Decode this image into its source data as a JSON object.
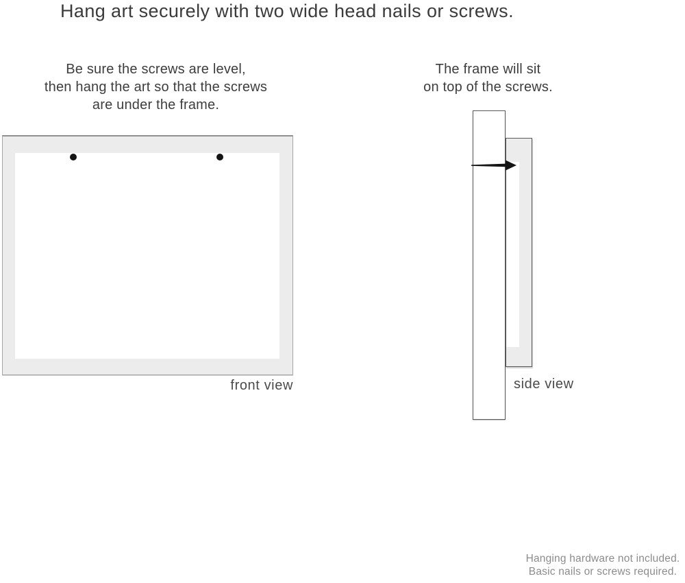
{
  "header": {
    "title": "Hang art securely with two wide head nails or screws."
  },
  "instructions": {
    "front": {
      "lines": [
        "Be sure the screws are level,",
        "then hang the art so that the screws",
        "are under the frame."
      ]
    },
    "side": {
      "lines": [
        "The frame will sit",
        "on top of the screws."
      ]
    }
  },
  "diagram": {
    "front_view": {
      "label": "front view",
      "screw_count": 2
    },
    "side_view": {
      "label": "side view"
    }
  },
  "footnote": {
    "lines": [
      "Hanging hardware not included.",
      "Basic nails or screws required."
    ]
  },
  "icons": {
    "screw_dot": "screw-head-dot",
    "nail": "nail-side-profile"
  },
  "colors": {
    "background": "#ffffff",
    "text_primary": "#3b3b3b",
    "label_text": "#4a4a4a",
    "footnote_text": "#8c8c8c",
    "frame_fill": "#ececec",
    "frame_border_light": "#a6a6a6",
    "frame_border_dark": "#585858",
    "hardware_black": "#141414"
  }
}
